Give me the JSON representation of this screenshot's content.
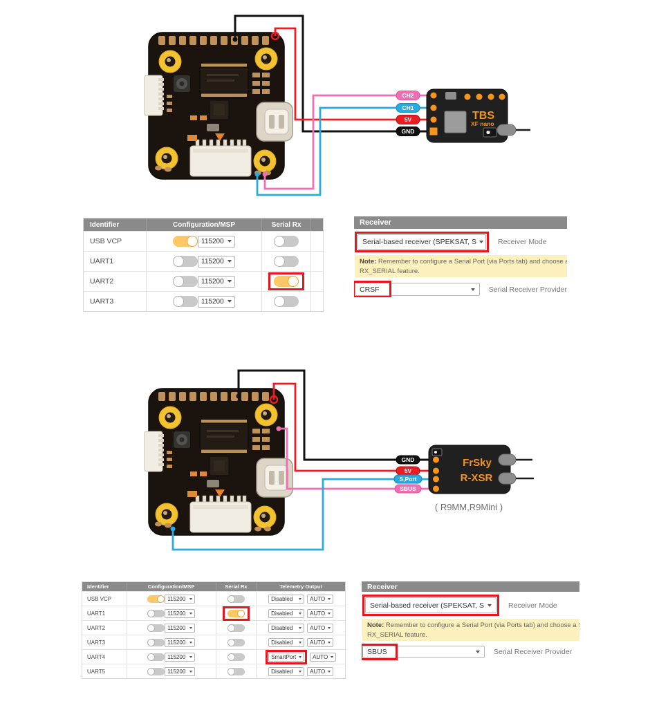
{
  "colors": {
    "pink": "#f06eb2",
    "pink_dk": "#d9569e",
    "blue": "#29abe2",
    "blue_dk": "#1787bd",
    "red": "#ed1c24",
    "red_dk": "#b30d13",
    "black": "#111111",
    "orange": "#f7941d",
    "highlight": "#e8151d"
  },
  "diagram_top": {
    "pills": [
      {
        "label": "CH2"
      },
      {
        "label": "CH1"
      },
      {
        "label": "5V"
      },
      {
        "label": "GND"
      }
    ],
    "receiver_brand": "TBS",
    "receiver_model": "XF nano"
  },
  "diagram_bottom": {
    "pills": [
      {
        "label": "GND"
      },
      {
        "label": "5V"
      },
      {
        "label": "S,Port"
      },
      {
        "label": "SBUS"
      }
    ],
    "receiver_brand": "FrSky",
    "receiver_model": "R-XSR",
    "caption": "( R9MM,R9Mini )"
  },
  "ports_top": {
    "headers": {
      "identifier": "Identifier",
      "config": "Configuration/MSP",
      "serial": "Serial Rx"
    },
    "rows": [
      {
        "id": "USB VCP",
        "baud": "115200",
        "msp_on": true,
        "serial_on": false
      },
      {
        "id": "UART1",
        "baud": "115200",
        "msp_on": false,
        "serial_on": false
      },
      {
        "id": "UART2",
        "baud": "115200",
        "msp_on": false,
        "serial_on": true
      },
      {
        "id": "UART3",
        "baud": "115200",
        "msp_on": false,
        "serial_on": false
      }
    ]
  },
  "ports_bottom": {
    "headers": {
      "identifier": "Identifier",
      "config": "Configuration/MSP",
      "serial": "Serial Rx",
      "telemetry": "Telemetry Output"
    },
    "rows": [
      {
        "id": "USB VCP",
        "baud": "115200",
        "msp_on": true,
        "serial_on": false,
        "telemetry": "Disabled",
        "telemetry_speed": "AUTO"
      },
      {
        "id": "UART1",
        "baud": "115200",
        "msp_on": false,
        "serial_on": true,
        "telemetry": "Disabled",
        "telemetry_speed": "AUTO"
      },
      {
        "id": "UART2",
        "baud": "115200",
        "msp_on": false,
        "serial_on": false,
        "telemetry": "Disabled",
        "telemetry_speed": "AUTO"
      },
      {
        "id": "UART3",
        "baud": "115200",
        "msp_on": false,
        "serial_on": false,
        "telemetry": "Disabled",
        "telemetry_speed": "AUTO"
      },
      {
        "id": "UART4",
        "baud": "115200",
        "msp_on": false,
        "serial_on": false,
        "telemetry": "SmartPort",
        "telemetry_speed": "AUTO"
      },
      {
        "id": "UART5",
        "baud": "115200",
        "msp_on": false,
        "serial_on": false,
        "telemetry": "Disabled",
        "telemetry_speed": "AUTO"
      }
    ]
  },
  "receiver_panel_top": {
    "title": "Receiver",
    "mode_value": "Serial-based receiver (SPEKSAT, S",
    "mode_label": "Receiver Mode",
    "note_bold": "Note:",
    "note_text": " Remember to configure a Serial Port (via Ports tab) and choose a S",
    "note_line2": "RX_SERIAL feature.",
    "provider_value": "CRSF",
    "provider_label": "Serial Receiver Provider"
  },
  "receiver_panel_bottom": {
    "title": "Receiver",
    "mode_value": "Serial-based receiver (SPEKSAT, S",
    "mode_label": "Receiver Mode",
    "note_bold": "Note:",
    "note_text": " Remember to configure a Serial Port (via Ports tab) and choose a Seri",
    "note_line2": "RX_SERIAL feature.",
    "provider_value": "SBUS",
    "provider_label": "Serial Receiver Provider"
  }
}
